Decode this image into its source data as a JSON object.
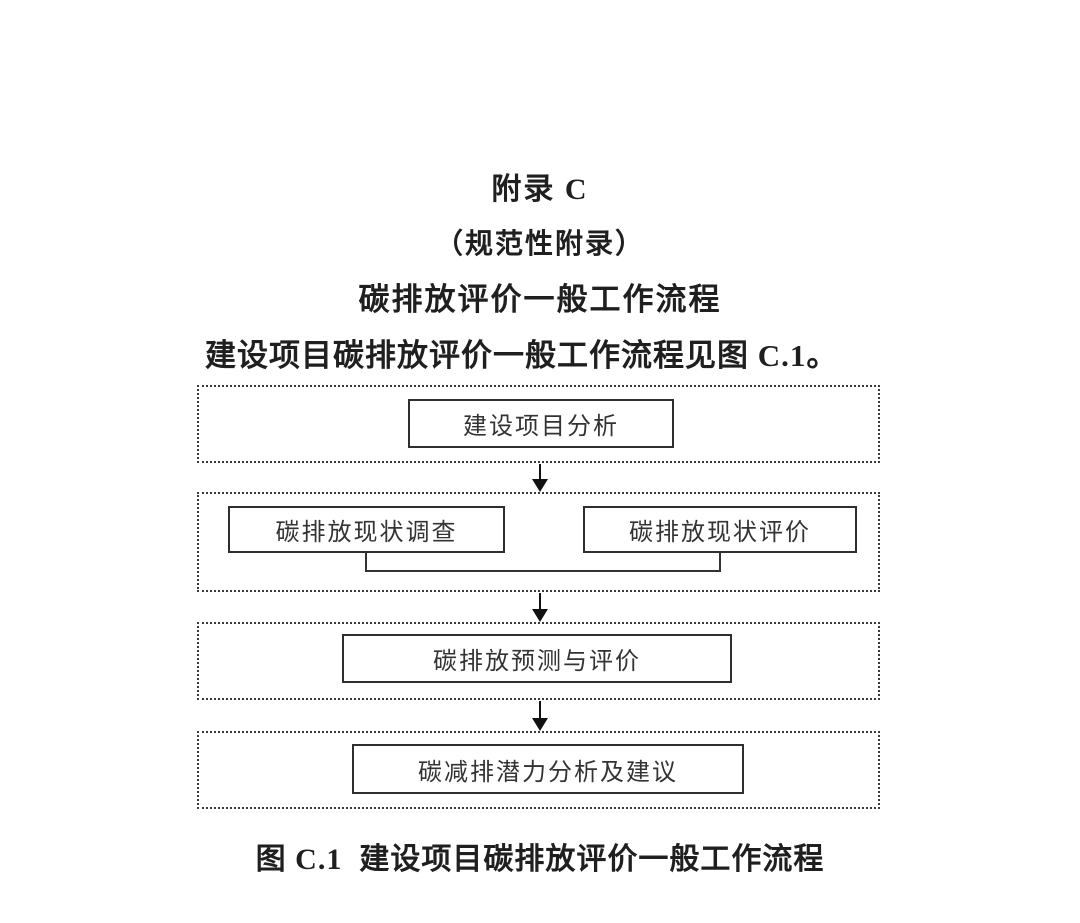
{
  "document": {
    "appendix_title": "附录 C",
    "appendix_note": "（规范性附录）",
    "section_title": "碳排放评价一般工作流程",
    "intro_paragraph": "建设项目碳排放评价一般工作流程见图 C.1。",
    "figure_caption": "图 C.1  建设项目碳排放评价一般工作流程"
  },
  "flowchart": {
    "stages": [
      {
        "boxes": [
          "建设项目分析"
        ]
      },
      {
        "boxes": [
          "碳排放现状调查",
          "碳排放现状评价"
        ]
      },
      {
        "boxes": [
          "碳排放预测与评价"
        ]
      },
      {
        "boxes": [
          "碳减排潜力分析及建议"
        ]
      }
    ],
    "flow": "建设项目分析 → (碳排放现状调查 + 碳排放现状评价 合并) → 碳排放预测与评价 → 碳减排潜力分析及建议"
  },
  "colors": {
    "background": "#ffffff",
    "text": "#1f1f1f",
    "box_border": "#2e2e2e",
    "container_border": "#3a3a3a",
    "box_text": "#333333"
  }
}
